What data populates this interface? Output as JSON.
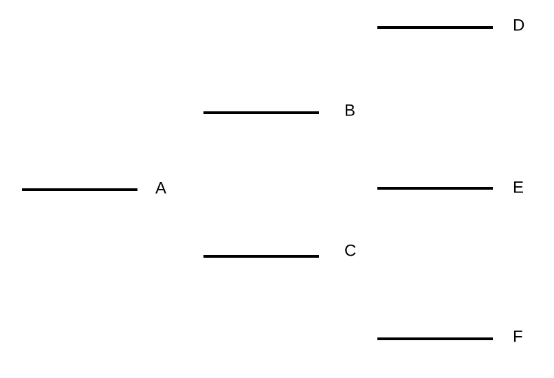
{
  "diagram": {
    "line_color": "#000000",
    "label_color": "#000000",
    "levels": [
      {
        "label": "A"
      },
      {
        "label": "B"
      },
      {
        "label": "C"
      },
      {
        "label": "D"
      },
      {
        "label": "E"
      },
      {
        "label": "F"
      }
    ]
  }
}
